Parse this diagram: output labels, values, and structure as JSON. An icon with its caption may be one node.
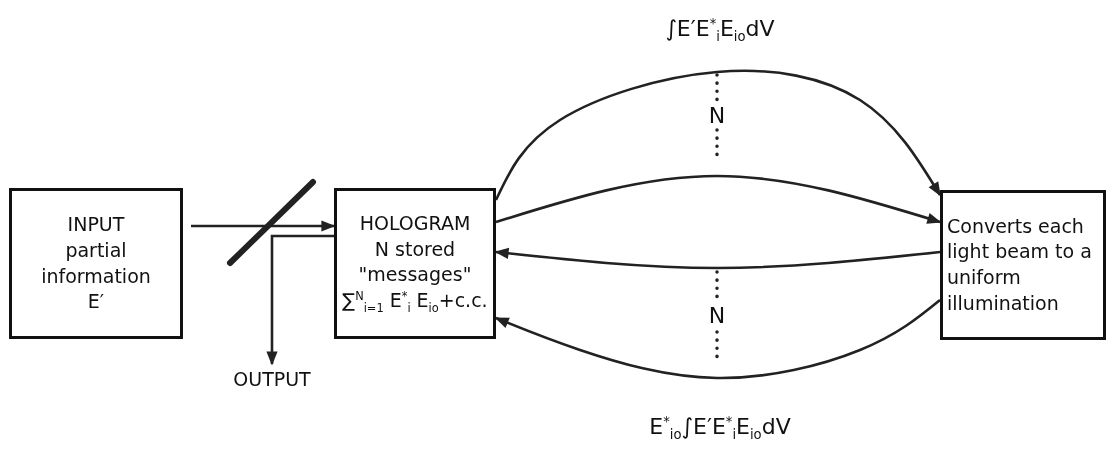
{
  "diagram": {
    "nodes": [
      {
        "text": [
          "INPUT",
          "partial information",
          "E′"
        ]
      },
      {
        "text": [
          "HOLOGRAM",
          "N stored \"messages\"",
          "∑$^{N}$$_{i=1}$ E$^{*}$$_{i}$ E$_{io}$+c.c."
        ]
      },
      {
        "text": [
          "Converts each light beam to a uniform illumination"
        ]
      },
      {
        "text": [
          "OUTPUT"
        ]
      }
    ],
    "edges": [
      {
        "from": 0,
        "to": 1,
        "arrow": "to"
      },
      {
        "from": 1,
        "to": 3,
        "arrow": "to"
      },
      {
        "from": 1,
        "to": 2,
        "arrow": "to"
      },
      {
        "from": 1,
        "to": 2,
        "arrow": "to"
      },
      {
        "from": 2,
        "to": 1,
        "arrow": "to"
      },
      {
        "from": 2,
        "to": 1,
        "arrow": "to"
      }
    ],
    "labels": [
      "∫E′E$^{*}$$_{i}$E$_{io}$dV",
      "N",
      "N",
      "E$^{*}$$_{io}$∫E′E$^{*}$$_{i}$E$_{io}$dV"
    ]
  }
}
